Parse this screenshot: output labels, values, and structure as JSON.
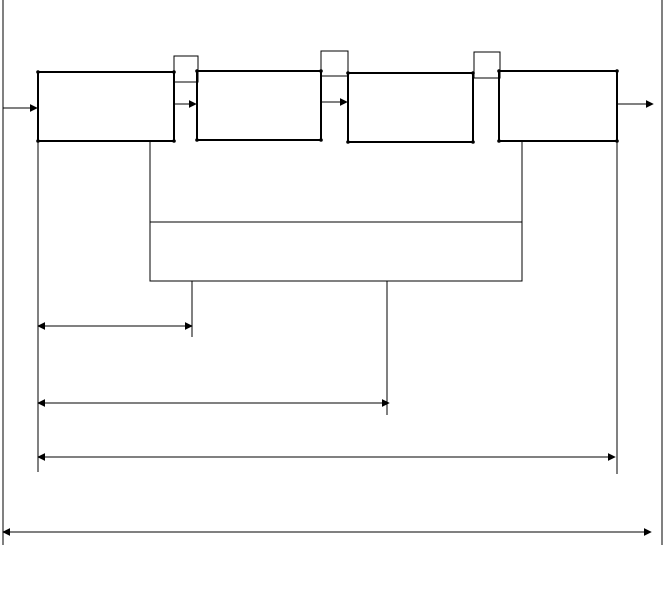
{
  "diagram": {
    "stages": [
      {
        "id": "stage-1",
        "label": ""
      },
      {
        "id": "stage-2",
        "label": ""
      },
      {
        "id": "stage-3",
        "label": ""
      },
      {
        "id": "stage-4",
        "label": ""
      }
    ],
    "connectors": [
      {
        "id": "connector-1-2",
        "label": ""
      },
      {
        "id": "connector-2-3",
        "label": ""
      },
      {
        "id": "connector-3-4",
        "label": ""
      }
    ],
    "shared_block": {
      "label": ""
    },
    "dimension_spans": [
      {
        "id": "span-short",
        "label": ""
      },
      {
        "id": "span-medium",
        "label": ""
      },
      {
        "id": "span-long",
        "label": ""
      },
      {
        "id": "span-total",
        "label": ""
      }
    ]
  }
}
